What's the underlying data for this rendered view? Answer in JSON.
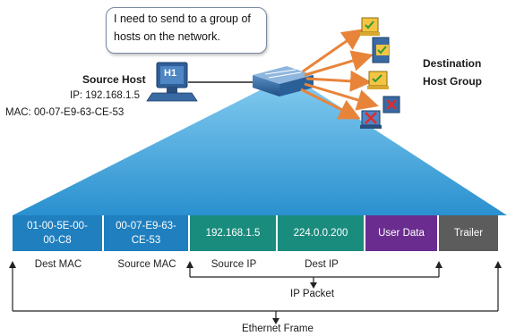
{
  "bubble": {
    "line1": "I need to send to a group of",
    "line2": "hosts on the network."
  },
  "source": {
    "title": "Source Host",
    "host_label": "H1",
    "ip_line": "IP: 192.168.1.5",
    "mac_line": "MAC: 00-07-E9-63-CE-53"
  },
  "destination": {
    "line1": "Destination",
    "line2": "Host Group"
  },
  "frame": {
    "fields": [
      {
        "text1": "01-00-5E-00-",
        "text2": "00-C8",
        "color": "#1f7fbf"
      },
      {
        "text1": "00-07-E9-63-",
        "text2": "CE-53",
        "color": "#1f7fbf"
      },
      {
        "text1": "192.168.1.5",
        "text2": "",
        "color": "#1a8c7e"
      },
      {
        "text1": "224.0.0.200",
        "text2": "",
        "color": "#1a8c7e"
      },
      {
        "text1": "User Data",
        "text2": "",
        "color": "#6a2d8f"
      },
      {
        "text1": "Trailer",
        "text2": "",
        "color": "#5c5c5c"
      }
    ],
    "labels": [
      "Dest MAC",
      "Source MAC",
      "Source IP",
      "Dest IP"
    ],
    "ip_packet_label": "IP Packet",
    "ethernet_label": "Ethernet Frame"
  }
}
